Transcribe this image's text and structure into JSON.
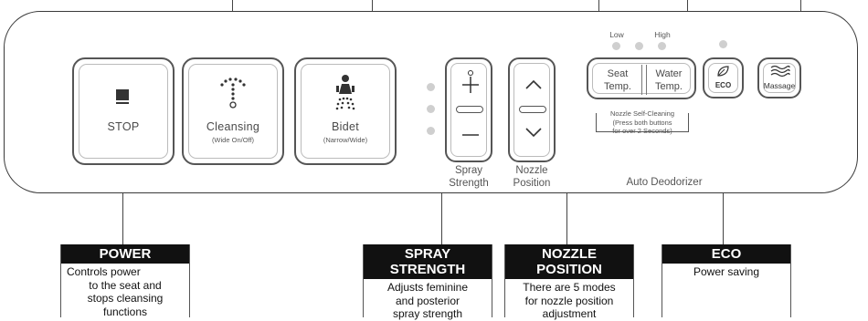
{
  "buttons": {
    "stop": {
      "label": "STOP"
    },
    "cleansing": {
      "label": "Cleansing",
      "sub": "(Wide On/Off)"
    },
    "bidet": {
      "label": "Bidet",
      "sub": "(Narrow/Wide)"
    },
    "spray": {
      "plus": "+",
      "minus": "−",
      "caption_line1": "Spray",
      "caption_line2": "Strength"
    },
    "nozzle": {
      "caption_line1": "Nozzle",
      "caption_line2": "Position"
    },
    "seat_temp": {
      "line1": "Seat",
      "line2": "Temp."
    },
    "water_temp": {
      "line1": "Water",
      "line2": "Temp."
    },
    "eco": {
      "label": "ECO"
    },
    "massage": {
      "label": "Massage"
    }
  },
  "temp_levels": {
    "low": "Low",
    "high": "High"
  },
  "nozzle_cleaning": {
    "line1": "Nozzle Self-Cleaning",
    "line2": "(Press both buttons",
    "line3": "for over 2 Seconds)"
  },
  "auto_deodorizer": "Auto Deodorizer",
  "info_boxes": {
    "power": {
      "title": "POWER",
      "body": [
        "Controls power",
        "to the seat and",
        "stops cleansing",
        "functions"
      ]
    },
    "spray_strength": {
      "title": [
        "SPRAY",
        "STRENGTH"
      ],
      "body": [
        "Adjusts feminine",
        "and posterior",
        "spray strength"
      ]
    },
    "nozzle_position": {
      "title": [
        "NOZZLE",
        "POSITION"
      ],
      "body": [
        "There are 5 modes",
        "for nozzle position",
        "adjustment"
      ]
    },
    "eco": {
      "title": "ECO",
      "body": [
        "Power saving"
      ]
    }
  },
  "colors": {
    "panel_border": "#3a3a3a",
    "indicator": "#cfcfcf",
    "header_bg": "#111111"
  }
}
